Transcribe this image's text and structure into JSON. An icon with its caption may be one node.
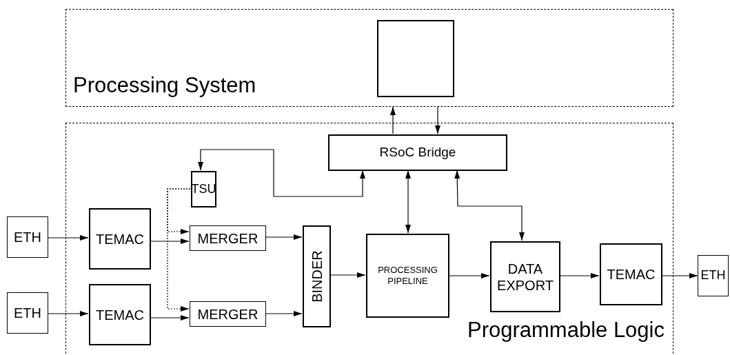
{
  "diagram": {
    "nodes": [
      {
        "text": [
          "Processing System"
        ]
      },
      {
        "text": [],
        "shape": "box",
        "in": 0
      },
      {
        "text": [
          "Programmable Logic"
        ]
      },
      {
        "text": [
          "RSoC Bridge"
        ],
        "in": 2
      },
      {
        "text": [
          "TSU"
        ],
        "in": 2
      },
      {
        "text": [
          "ETH"
        ]
      },
      {
        "text": [
          "TEMAC"
        ],
        "in": 2
      },
      {
        "text": [
          "MERGER"
        ],
        "in": 2
      },
      {
        "text": [
          "ETH"
        ]
      },
      {
        "text": [
          "TEMAC"
        ],
        "in": 2
      },
      {
        "text": [
          "MERGER"
        ],
        "in": 2
      },
      {
        "text": [
          "BINDER"
        ],
        "in": 2
      },
      {
        "text": [
          "PROCESSING PIPELINE"
        ],
        "in": 2
      },
      {
        "text": [
          "DATA EXPORT"
        ],
        "in": 2
      },
      {
        "text": [
          "TEMAC"
        ],
        "in": 2
      },
      {
        "text": [
          "ETH"
        ]
      }
    ],
    "edges": [
      {
        "from": 3,
        "to": 0,
        "arrow": "to"
      },
      {
        "from": 0,
        "to": 3,
        "arrow": "to"
      },
      {
        "from": 3,
        "to": 4,
        "arrow": "both"
      },
      {
        "from": 3,
        "to": 12,
        "arrow": "both"
      },
      {
        "from": 3,
        "to": 13,
        "arrow": "both"
      },
      {
        "from": 5,
        "to": 6,
        "arrow": "to"
      },
      {
        "from": 8,
        "to": 9,
        "arrow": "to"
      },
      {
        "from": 6,
        "to": 7,
        "arrow": "to"
      },
      {
        "from": 4,
        "to": 7,
        "arrow": "to",
        "style": "dashed"
      },
      {
        "from": 4,
        "to": 10,
        "arrow": "to",
        "style": "dashed"
      },
      {
        "from": 9,
        "to": 10,
        "arrow": "to"
      },
      {
        "from": 7,
        "to": 11,
        "arrow": "to"
      },
      {
        "from": 10,
        "to": 11,
        "arrow": "to"
      },
      {
        "from": 11,
        "to": 12,
        "arrow": "to"
      },
      {
        "from": 12,
        "to": 13,
        "arrow": "to"
      },
      {
        "from": 13,
        "to": 14,
        "arrow": "to"
      },
      {
        "from": 14,
        "to": 15,
        "arrow": "to"
      }
    ]
  }
}
